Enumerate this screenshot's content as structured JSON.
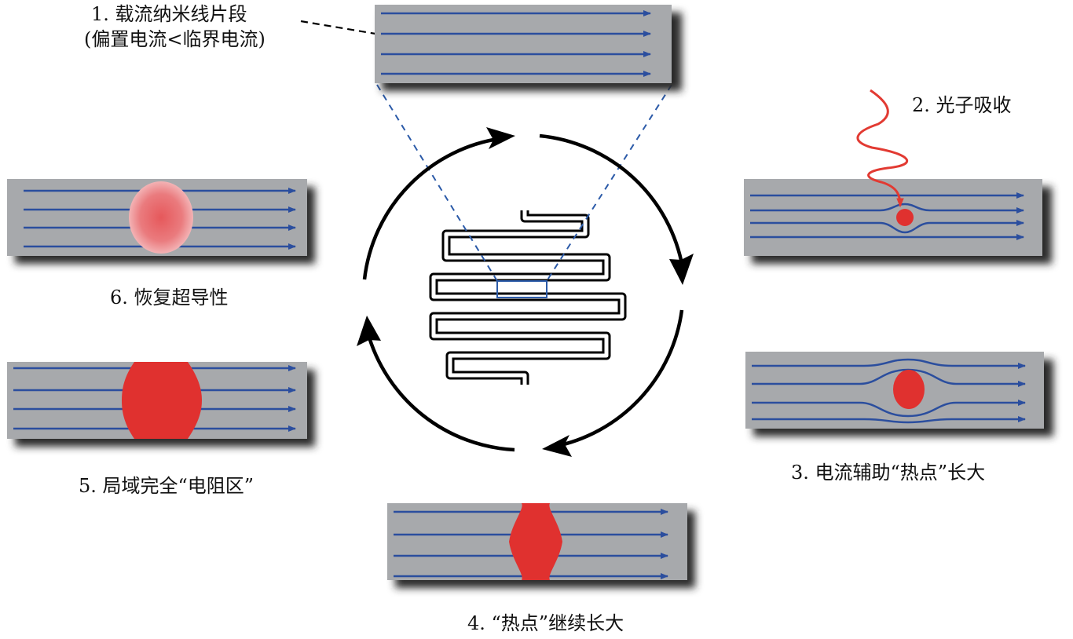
{
  "colors": {
    "panel": "#a7a9ac",
    "shadow": "#2b2b2b",
    "current": "#2b4e9e",
    "hotspot": "#e0312f",
    "photon": "#e23a32",
    "loop": "#000000"
  },
  "steps": [
    {
      "id": "step1",
      "line1": "1. 载流纳米线片段",
      "line2": "(偏置电流<临界电流)"
    },
    {
      "id": "step2",
      "text": "2. 光子吸收"
    },
    {
      "id": "step3",
      "text": "3. 电流辅助“热点”长大"
    },
    {
      "id": "step4",
      "text": "4. “热点”继续长大"
    },
    {
      "id": "step5",
      "text": "5. 局域完全“电阻区”"
    },
    {
      "id": "step6",
      "text": "6. 恢复超导性"
    }
  ]
}
